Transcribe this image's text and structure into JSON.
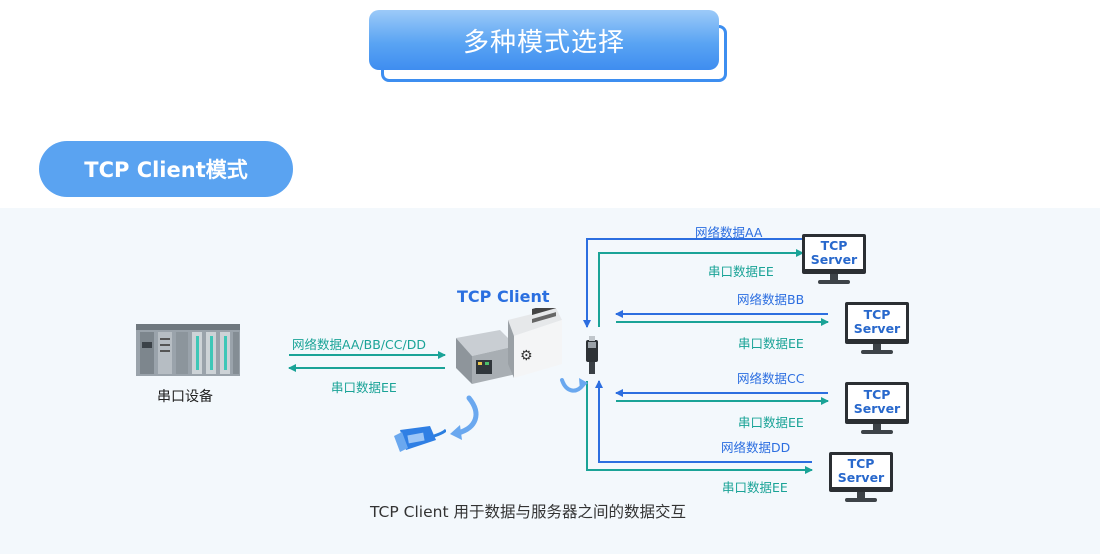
{
  "header": {
    "title": "多种模式选择"
  },
  "mode_badge": {
    "label": "TCP Client模式"
  },
  "device": {
    "label": "串口设备"
  },
  "client": {
    "label": "TCP Client"
  },
  "serial_link": {
    "send_label": "网络数据AA/BB/CC/DD",
    "recv_label": "串口数据EE"
  },
  "servers": [
    {
      "name_line1": "TCP",
      "name_line2": "Server",
      "net_label": "网络数据AA",
      "serial_label": "串口数据EE"
    },
    {
      "name_line1": "TCP",
      "name_line2": "Server",
      "net_label": "网络数据BB",
      "serial_label": "串口数据EE"
    },
    {
      "name_line1": "TCP",
      "name_line2": "Server",
      "net_label": "网络数据CC",
      "serial_label": "串口数据EE"
    },
    {
      "name_line1": "TCP",
      "name_line2": "Server",
      "net_label": "网络数据DD",
      "serial_label": "串口数据EE"
    }
  ],
  "caption": "TCP Client 用于数据与服务器之间的数据交互",
  "colors": {
    "accent_blue": "#2c6ee0",
    "accent_teal": "#1aa397",
    "panel_bg": "#f3f8fc",
    "header_blue": "#5aa4f3"
  }
}
